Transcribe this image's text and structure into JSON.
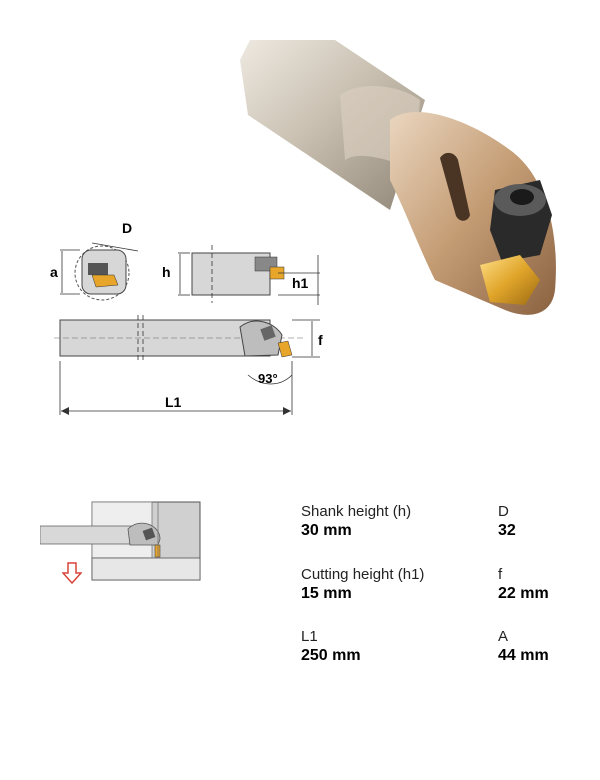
{
  "drawing": {
    "label_D": "D",
    "label_a": "a",
    "label_h": "h",
    "label_h1": "h1",
    "label_f": "f",
    "label_angle": "93°",
    "label_L1": "L1"
  },
  "specs": [
    {
      "label": "Shank height (h)",
      "value": "30 mm"
    },
    {
      "label": "D",
      "value": "32"
    },
    {
      "label": "Cutting height (h1)",
      "value": "15 mm"
    },
    {
      "label": "f",
      "value": "22 mm"
    },
    {
      "label": "L1",
      "value": "250 mm"
    },
    {
      "label": "A",
      "value": "44 mm"
    }
  ],
  "icons": {
    "feed_arrow": "down-arrow-icon"
  },
  "colors": {
    "steel": "#c9bfb0",
    "bronze": "#b58a5e",
    "insert_gold": "#e7a52a",
    "drawing_gray": "#d7d7d7",
    "arrow_red": "#d9433a"
  }
}
